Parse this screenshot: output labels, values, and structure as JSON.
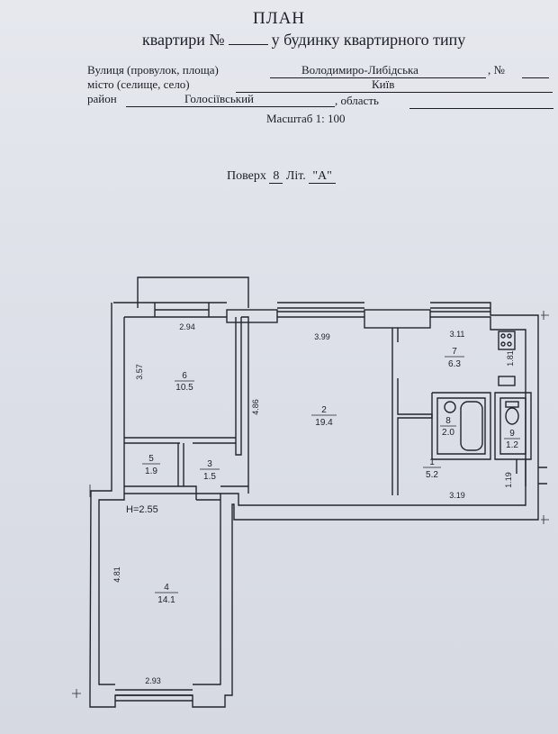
{
  "header": {
    "title": "ПЛАН",
    "subtitle_prefix": "квартири №",
    "subtitle_suffix": "у будинку квартирного типу"
  },
  "address": {
    "street_label": "Вулиця (провулок, площа)",
    "street_value": "Володимиро-Либідська",
    "number_label": ", №",
    "city_label": "місто (селище, село)",
    "city_value": "Київ",
    "district_label": "район",
    "district_value": "Голосіївський",
    "region_label": ", область",
    "scale": "Масштаб 1: 100"
  },
  "floor": {
    "floor_label": "Поверх",
    "floor_value": "8",
    "letter_label": "Літ.",
    "letter_value": "\"А\""
  },
  "plan": {
    "height_label": "H=2.55",
    "rooms": [
      {
        "number": "1",
        "area": "5.2"
      },
      {
        "number": "2",
        "area": "19.4"
      },
      {
        "number": "3",
        "area": "1.5"
      },
      {
        "number": "4",
        "area": "14.1"
      },
      {
        "number": "5",
        "area": "1.9"
      },
      {
        "number": "6",
        "area": "10.5"
      },
      {
        "number": "7",
        "area": "6.3"
      },
      {
        "number": "8",
        "area": "2.0"
      },
      {
        "number": "9",
        "area": "1.2"
      }
    ],
    "dimensions": {
      "d294": "2.94",
      "d399": "3.99",
      "d311": "3.11",
      "d357": "3.57",
      "d486": "4.86",
      "d181": "1.81",
      "d119": "1.19",
      "d319": "3.19",
      "d481": "4.81",
      "d293": "2.93"
    }
  }
}
